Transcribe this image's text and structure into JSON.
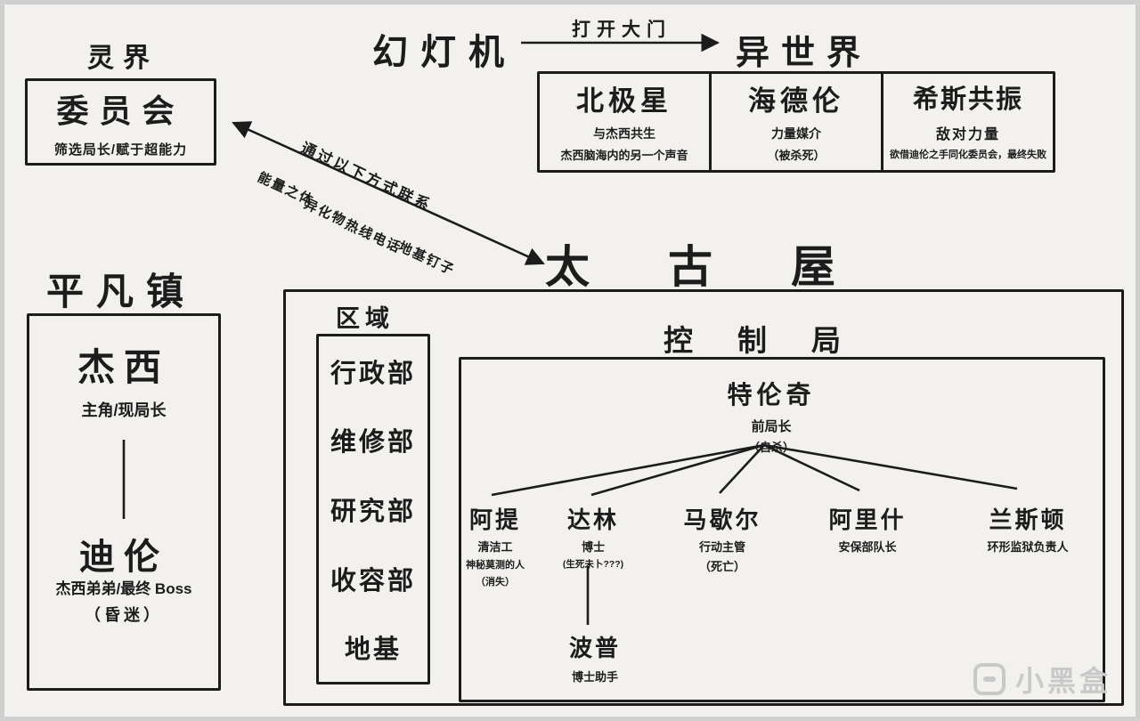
{
  "colors": {
    "ink": "#1c1c1c",
    "paper": "#f2f1ee",
    "watermark": "#c9c9c9"
  },
  "top": {
    "projector": "幻灯机",
    "gate_label": "打开大门",
    "otherworld": "异世界"
  },
  "astral": {
    "label": "灵界",
    "board": {
      "title": "委员会",
      "subtitle": "筛选局长/赋于超能力"
    }
  },
  "otherworld_entities": [
    {
      "name": "北极星",
      "line1": "与杰西共生",
      "line2": "杰西脑海内的另一个声音"
    },
    {
      "name": "海德伦",
      "line1": "力量媒介",
      "line2": "（被杀死）"
    },
    {
      "name": "希斯共振",
      "line1": "敌对力量",
      "line2": "欲借迪伦之手同化委员会，最终失败"
    }
  ],
  "link": {
    "label": "通过以下方式联系",
    "methods": [
      "能量之体",
      "异化物",
      "热线电话",
      "地基钉子"
    ]
  },
  "town": {
    "label": "平凡镇",
    "jesse": {
      "name": "杰西",
      "desc": "主角/现局长"
    },
    "dylan": {
      "name": "迪伦",
      "desc": "杰西弟弟/最终 Boss",
      "status": "（昏迷）"
    }
  },
  "oldest_house": {
    "title": "太古屋",
    "zones_label": "区域",
    "zones": [
      "行政部",
      "维修部",
      "研究部",
      "收容部",
      "地基"
    ],
    "bureau": {
      "title": "控制局",
      "director": {
        "name": "特伦奇",
        "role": "前局长",
        "status": "（自杀）"
      },
      "staff": [
        {
          "name": "阿提",
          "line1": "清洁工",
          "line2": "神秘莫测的人",
          "line3": "（消失）"
        },
        {
          "name": "达林",
          "line1": "博士",
          "line2": "(生死未卜???)"
        },
        {
          "name": "马歇尔",
          "line1": "行动主管",
          "line2": "（死亡）"
        },
        {
          "name": "阿里什",
          "line1": "安保部队长"
        },
        {
          "name": "兰斯顿",
          "line1": "环形监狱负责人"
        }
      ],
      "assistant": {
        "name": "波普",
        "desc": "博士助手"
      }
    }
  },
  "watermark": {
    "text": "小黑盒"
  }
}
